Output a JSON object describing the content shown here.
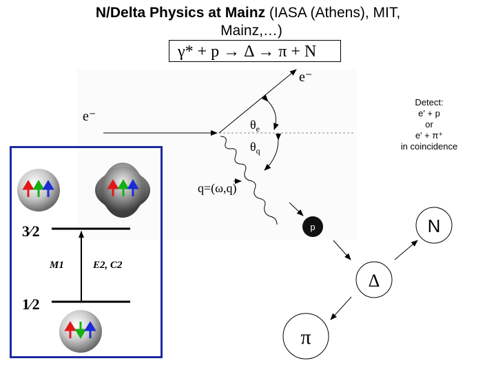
{
  "title": {
    "bold": "N/Delta Physics at Mainz",
    "rest": " (IASA (Athens), MIT,",
    "line2": "Mainz,…)"
  },
  "reaction": "γ* + p → Δ → π + N",
  "scattering": {
    "incoming_electron": "e⁻",
    "outgoing_electron": "e⁻",
    "theta_e": "θ",
    "theta_e_sub": "e",
    "theta_q": "θ",
    "theta_q_sub": "q",
    "photon_label": "q=(ω,q)"
  },
  "detect": {
    "lines": [
      "Detect:",
      "e' + p",
      "or",
      "e' + π⁺",
      "in coincidence"
    ]
  },
  "decay": {
    "proton": "p",
    "delta": "Δ",
    "pion": "π",
    "nucleon": "N"
  },
  "inset": {
    "upper_level": "3⁄2",
    "lower_level": "1⁄2",
    "transition_m1": "M1",
    "transition_e2c2": "E2, C2"
  },
  "colors": {
    "inset_border": "#1c2aa0",
    "quark_red": "#e01818",
    "quark_green": "#14b014",
    "quark_blue": "#1a2ad8"
  }
}
